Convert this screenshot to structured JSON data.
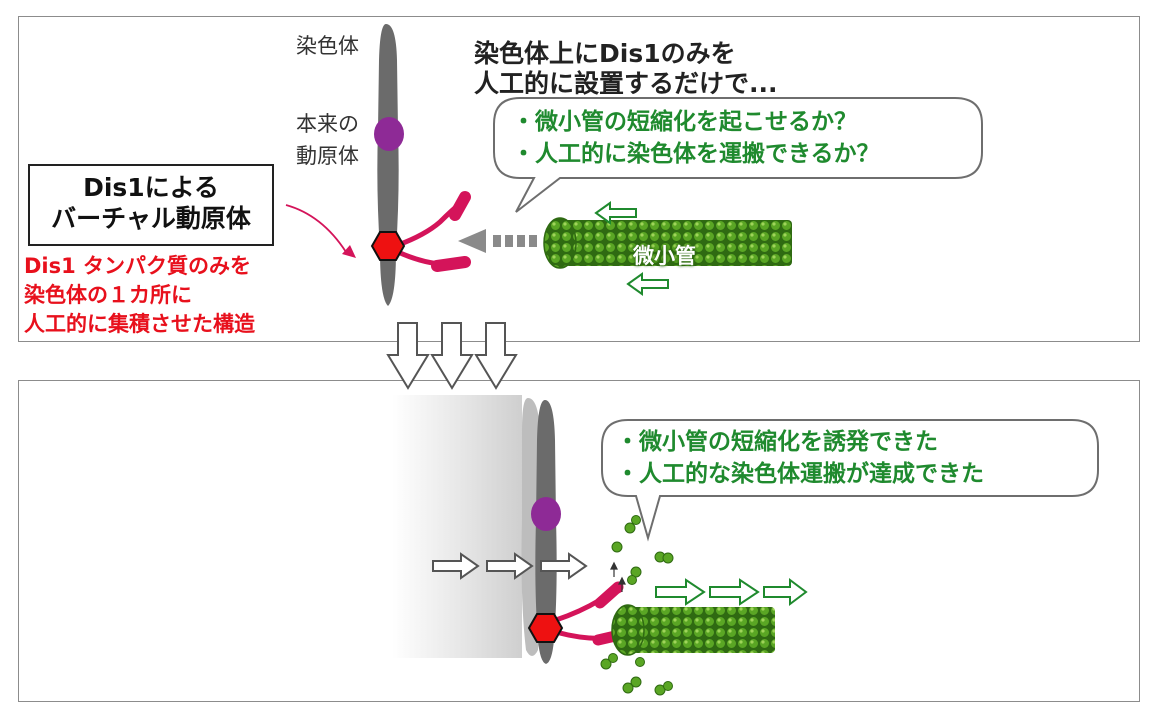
{
  "top_panel": {
    "label_chromosome": "染色体",
    "label_native_kinetochore": [
      "本来の",
      "動原体"
    ],
    "heading": [
      "染色体上にDis1のみを",
      "人工的に設置するだけで..."
    ],
    "questions": [
      "・微小管の短縮化を起こせるか？",
      "・人工的に染色体を運搬できるか？"
    ],
    "box_title": [
      "Dis1による",
      "バーチャル動原体"
    ],
    "red_description": [
      "Dis1 タンパク質のみを",
      "染色体の１カ所に",
      "人工的に集積させた構造"
    ],
    "microtubule_label": "微小管"
  },
  "bottom_panel": {
    "results": [
      "・微小管の短縮化を誘発できた",
      "・人工的な染色体運搬が達成できた"
    ]
  },
  "colors": {
    "chromosome": "#6b6b6b",
    "native_kinetochore": "#8e2a96",
    "virtual_kinetochore": "#ee1111",
    "dis1_protein": "#d4145a",
    "microtubule": "#5aa624",
    "text_green": "#1f8a2e",
    "text_red": "#e8101c"
  },
  "icons": [
    "down-arrow-icon",
    "left-arrow-icon",
    "right-arrow-icon",
    "hexagon-icon"
  ]
}
